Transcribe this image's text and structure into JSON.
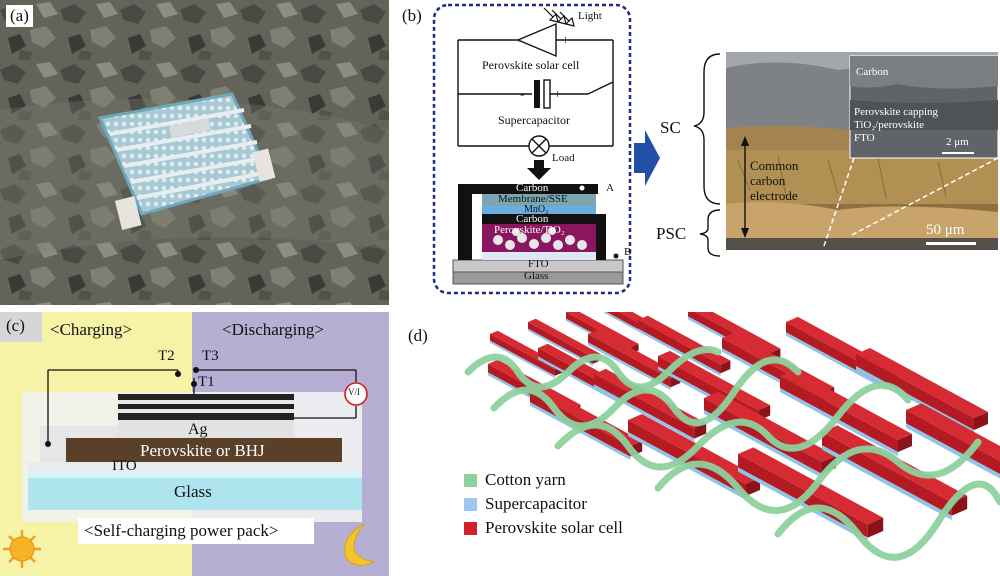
{
  "panel_a": {
    "label": "(a)"
  },
  "panel_b": {
    "label": "(b)",
    "light": "Light",
    "psc": "Perovskite solar cell",
    "supercap": "Supercapacitor",
    "load": "Load",
    "minus": "-",
    "plus": "+",
    "layers": {
      "carbon_top": "Carbon",
      "membrane": "Membrane/SSE",
      "mno2": "MnO₂",
      "carbon_mid": "Carbon",
      "perovskite": "Perovskite/TiO₂",
      "fto": "FTO",
      "glass": "Glass"
    },
    "point_a": "A",
    "point_b": "B",
    "sc_label": "SC",
    "psc_label": "PSC",
    "sem": {
      "common1": "Common",
      "common2": "carbon",
      "common3": "electrode",
      "scale_main": "50 μm",
      "inset_carbon": "Carbon",
      "inset_capping": "Perovskite capping",
      "inset_tio2": "TiO₂/perovskite",
      "inset_fto": "FTO",
      "scale_inset": "2 μm"
    }
  },
  "panel_c": {
    "label": "(c)",
    "charging": "<Charging>",
    "discharging": "<Discharging>",
    "t1": "T1",
    "t2": "T2",
    "t3": "T3",
    "meter": "V/I",
    "ag": "Ag",
    "perovskite": "Perovskite or BHJ",
    "ito": "ITO",
    "glass": "Glass",
    "caption": "<Self-charging power pack>"
  },
  "panel_d": {
    "label": "(d)",
    "legend": [
      {
        "label": "Cotton yarn",
        "color": "#8fd19e"
      },
      {
        "label": "Supercapacitor",
        "color": "#9dc8ee"
      },
      {
        "label": "Perovskite solar cell",
        "color": "#d0202a"
      }
    ]
  }
}
